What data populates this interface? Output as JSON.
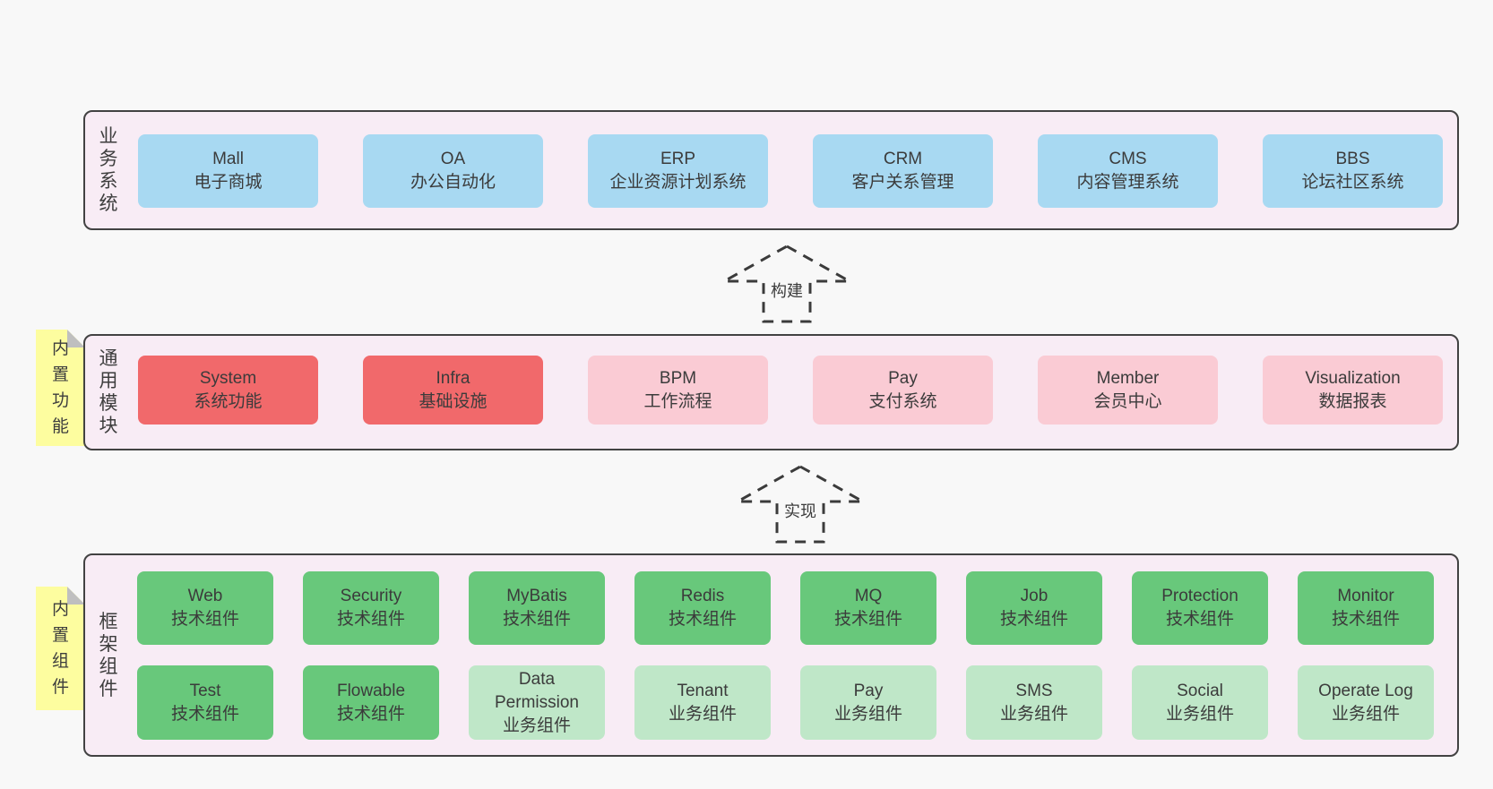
{
  "colors": {
    "page_bg": "#f8f8f8",
    "band_bg": "#f8ecf5",
    "band_border": "#424242",
    "blue": "#a8d9f2",
    "red": "#f1696b",
    "pink": "#facbd4",
    "green": "#68c87b",
    "light_green": "#bfe7c8",
    "note_yellow": "#fdfd9f",
    "note_fold": "#bfbfbf",
    "text": "#3b3b3b"
  },
  "bands": [
    {
      "label": "业务系统",
      "boxes": [
        {
          "name": "Mall",
          "desc": "电子商城",
          "variant": "blue"
        },
        {
          "name": "OA",
          "desc": "办公自动化",
          "variant": "blue"
        },
        {
          "name": "ERP",
          "desc": "企业资源计划系统",
          "variant": "blue"
        },
        {
          "name": "CRM",
          "desc": "客户关系管理",
          "variant": "blue"
        },
        {
          "name": "CMS",
          "desc": "内容管理系统",
          "variant": "blue"
        },
        {
          "name": "BBS",
          "desc": "论坛社区系统",
          "variant": "blue"
        }
      ]
    },
    {
      "label": "通用模块",
      "note": "内置功能",
      "boxes": [
        {
          "name": "System",
          "desc": "系统功能",
          "variant": "red"
        },
        {
          "name": "Infra",
          "desc": "基础设施",
          "variant": "red"
        },
        {
          "name": "BPM",
          "desc": "工作流程",
          "variant": "pink"
        },
        {
          "name": "Pay",
          "desc": "支付系统",
          "variant": "pink"
        },
        {
          "name": "Member",
          "desc": "会员中心",
          "variant": "pink"
        },
        {
          "name": "Visualization",
          "desc": "数据报表",
          "variant": "pink"
        }
      ]
    },
    {
      "label": "框架组件",
      "note": "内置组件",
      "rows": [
        [
          {
            "name": "Web",
            "desc": "技术组件",
            "variant": "green"
          },
          {
            "name": "Security",
            "desc": "技术组件",
            "variant": "green"
          },
          {
            "name": "MyBatis",
            "desc": "技术组件",
            "variant": "green"
          },
          {
            "name": "Redis",
            "desc": "技术组件",
            "variant": "green"
          },
          {
            "name": "MQ",
            "desc": "技术组件",
            "variant": "green"
          },
          {
            "name": "Job",
            "desc": "技术组件",
            "variant": "green"
          },
          {
            "name": "Protection",
            "desc": "技术组件",
            "variant": "green"
          },
          {
            "name": "Monitor",
            "desc": "技术组件",
            "variant": "green"
          }
        ],
        [
          {
            "name": "Test",
            "desc": "技术组件",
            "variant": "green"
          },
          {
            "name": "Flowable",
            "desc": "技术组件",
            "variant": "green"
          },
          {
            "name": "Data Permission",
            "desc": "业务组件",
            "variant": "light-green"
          },
          {
            "name": "Tenant",
            "desc": "业务组件",
            "variant": "light-green"
          },
          {
            "name": "Pay",
            "desc": "业务组件",
            "variant": "light-green"
          },
          {
            "name": "SMS",
            "desc": "业务组件",
            "variant": "light-green"
          },
          {
            "name": "Social",
            "desc": "业务组件",
            "variant": "light-green"
          },
          {
            "name": "Operate Log",
            "desc": "业务组件",
            "variant": "light-green"
          }
        ]
      ]
    }
  ],
  "arrows": [
    {
      "label": "构建"
    },
    {
      "label": "实现"
    }
  ]
}
